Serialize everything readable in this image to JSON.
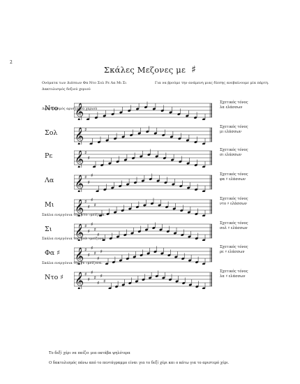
{
  "page": {
    "number": "2"
  },
  "title": {
    "text": "Σκάλες Μεζονες με",
    "symbol": "♯"
  },
  "intro": {
    "left": "Ονόματα των Διέσεων Φα Ντο Σολ Ρε Λα Μι Σι",
    "right": "Για να βρούμε την ανάμενη μιας δίεσης ανεβαίνουμε μία πάρτη."
  },
  "labels": {
    "fingering_right": "Δακτυλισμός δεξιού χεριού",
    "fingering_left": "Δακτυλισμός αριστερού χεριού"
  },
  "scales": [
    {
      "name": "Ντο",
      "sharps": 0,
      "note_lines": [
        "Σχετικός τόνος",
        "λα ελάσσων"
      ]
    },
    {
      "name": "Σολ",
      "sharps": 1,
      "note_lines": [
        "Σχετικός τόνος",
        "μι ελάσσων"
      ]
    },
    {
      "name": "Ρε",
      "sharps": 2,
      "note_lines": [
        "Σχετικός τόνος",
        "σι ελάσσων"
      ]
    },
    {
      "name": "Λα",
      "sharps": 3,
      "note_lines": [
        "Σχετικός τόνος",
        "φα ♯ ελάσσων"
      ]
    },
    {
      "name": "Μι",
      "sharps": 4,
      "note_lines": [
        "Σχετικός τόνος",
        "ντο ♯ ελάσσων"
      ]
    },
    {
      "name": "Σι",
      "sharps": 5,
      "note_lines": [
        "Σχετικός τόνος",
        "σολ ♯ ελάσσων"
      ]
    },
    {
      "name": "Φα ♯",
      "sharps": 6,
      "note_lines": [
        "Σχετικός τόνος",
        "ρε ♯ ελάσσων"
      ]
    },
    {
      "name": "Ντο ♯",
      "sharps": 7,
      "note_lines": [
        "Σχετικός τόνος",
        "λα ♯ ελάσσων"
      ]
    }
  ],
  "enharmonic": {
    "si": "Σκάλα ενεργόνια της Ντο ♭μείζονα.",
    "fa": "Σκάλα ενεργόνια της Σολ ♭μείζονα.",
    "do": "Σκάλα ενεργόνια της Ρε ♭μείζονα."
  },
  "footer": {
    "line1": "Το δεξί χέρι να παίζει μια οκτάβα ψηλότερα",
    "line2": "Ο δακτυλισμός πάνω από το πεντάγραμμο είναι για το δεξί χέρι και ο κάτω για το αριστερό χέρι."
  }
}
